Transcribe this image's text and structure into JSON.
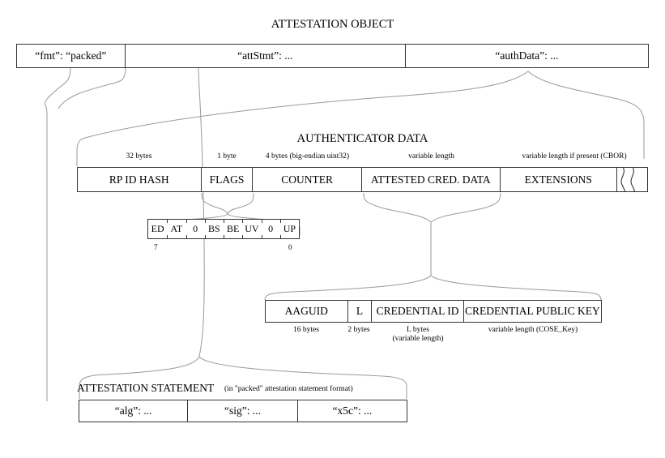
{
  "diagram": {
    "title": "ATTESTATION OBJECT",
    "accent_color": "#9a9a9a",
    "line_color": "#333333",
    "background": "#ffffff"
  },
  "attestation_object": {
    "title": "ATTESTATION OBJECT",
    "fields": [
      {
        "label": "“fmt”: “packed”"
      },
      {
        "label": "“attStmt”: ..."
      },
      {
        "label": "“authData”: ..."
      }
    ]
  },
  "authenticator_data": {
    "title": "AUTHENTICATOR DATA",
    "fields": [
      {
        "label": "RP ID HASH",
        "size": "32 bytes"
      },
      {
        "label": "FLAGS",
        "size": "1 byte"
      },
      {
        "label": "COUNTER",
        "size": "4 bytes (big-endian uint32)"
      },
      {
        "label": "ATTESTED CRED. DATA",
        "size": "variable length"
      },
      {
        "label": "EXTENSIONS",
        "size": "variable length if present (CBOR)"
      }
    ],
    "break_symbol": "break-symbol"
  },
  "flags_byte": {
    "bits": [
      "ED",
      "AT",
      "0",
      "BS",
      "BE",
      "UV",
      "0",
      "UP"
    ],
    "high_index": "7",
    "low_index": "0"
  },
  "attested_credential_data": {
    "fields": [
      {
        "label": "AAGUID",
        "size": "16 bytes"
      },
      {
        "label": "L",
        "size": "2 bytes"
      },
      {
        "label": "CREDENTIAL ID",
        "size": "L bytes",
        "size2": "(variable length)"
      },
      {
        "label": "CREDENTIAL PUBLIC KEY",
        "size": "variable length (COSE_Key)"
      }
    ]
  },
  "attestation_statement": {
    "heading": "ATTESTATION STATEMENT",
    "note": "(in \"packed\" attestation statement format)",
    "fields": [
      {
        "label": "“alg”: ..."
      },
      {
        "label": "“sig”: ..."
      },
      {
        "label": "“x5c”: ..."
      }
    ]
  }
}
